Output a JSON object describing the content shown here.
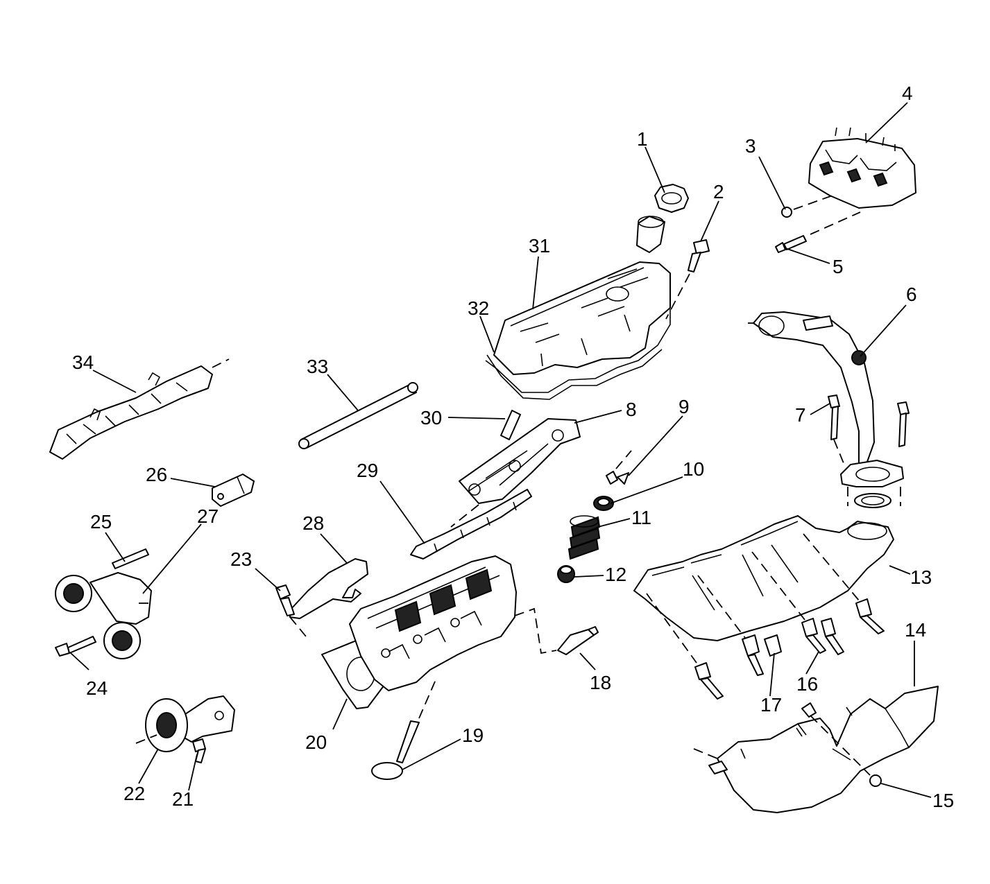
{
  "diagram": {
    "background": "#ffffff",
    "ink": "#000000",
    "callouts": [
      "1",
      "2",
      "3",
      "4",
      "5",
      "6",
      "7",
      "8",
      "9",
      "10",
      "11",
      "12",
      "13",
      "14",
      "15",
      "16",
      "17",
      "18",
      "19",
      "20",
      "21",
      "22",
      "23",
      "24",
      "25",
      "26",
      "27",
      "28",
      "29",
      "30",
      "31",
      "32",
      "33",
      "34"
    ]
  }
}
